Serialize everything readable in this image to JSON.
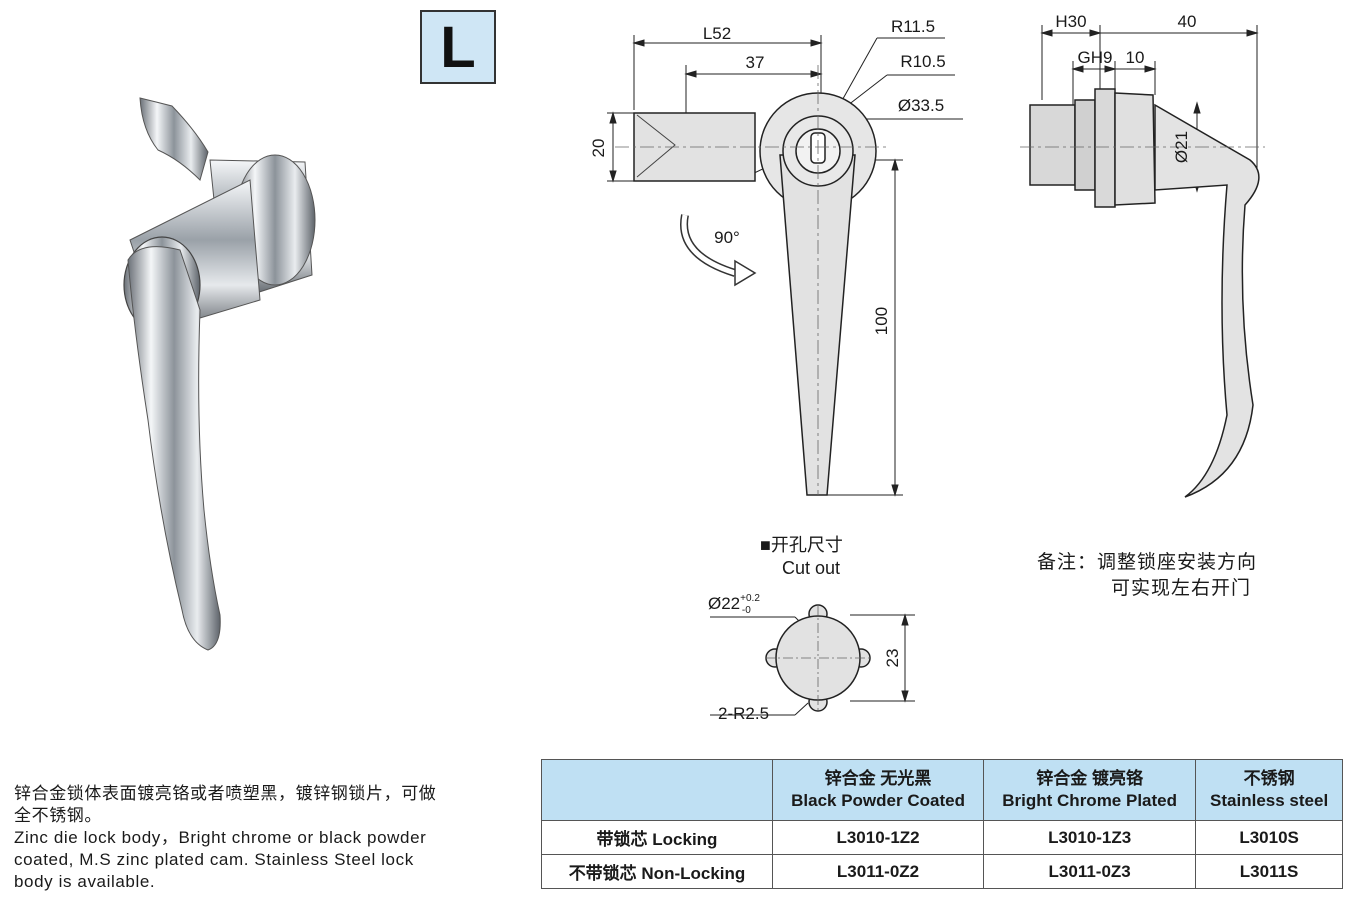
{
  "badge": {
    "letter": "L"
  },
  "front_view": {
    "length_label": "L52",
    "offset_label": "37",
    "r_outer_label": "R11.5",
    "r_inner_label": "R10.5",
    "dia_label": "Ø33.5",
    "height_label": "20",
    "handle_length_label": "100",
    "rotation_label": "90°"
  },
  "side_view": {
    "h_label": "H30",
    "depth_label": "40",
    "gh_label": "GH9",
    "flange_label": "10",
    "shaft_dia_label": "Ø21"
  },
  "cutout": {
    "title_cn": "■开孔尺寸",
    "title_en": "Cut out",
    "dia_label": "Ø22",
    "tol_upper": "+0.2",
    "tol_lower": "-0",
    "height_label": "23",
    "radius_label": "2-R2.5"
  },
  "note": {
    "line1": "备注：调整锁座安装方向",
    "line2": "可实现左右开门"
  },
  "description": {
    "cn": "锌合金锁体表面镀亮铬或者喷塑黑，镀锌钢锁片，可做全不锈钢。",
    "en": "Zinc die lock body，Bright chrome or black powder coated, M.S zinc plated cam. Stainless Steel lock body is available."
  },
  "table": {
    "headers": [
      {
        "cn": "锌合金 无光黑",
        "en": "Black Powder Coated"
      },
      {
        "cn": "锌合金 镀亮铬",
        "en": "Bright Chrome Plated"
      },
      {
        "cn": "不锈钢",
        "en": "Stainless steel"
      }
    ],
    "rows": [
      {
        "label": "带锁芯 Locking",
        "cells": [
          "L3010-1Z2",
          "L3010-1Z3",
          "L3010S"
        ]
      },
      {
        "label": "不带锁芯 Non-Locking",
        "cells": [
          "L3011-0Z2",
          "L3011-0Z3",
          "L3011S"
        ]
      }
    ]
  },
  "colors": {
    "badge_bg": "#cfe6f5",
    "table_header_bg": "#bfe0f3",
    "part_fill": "#e2e2e2"
  }
}
